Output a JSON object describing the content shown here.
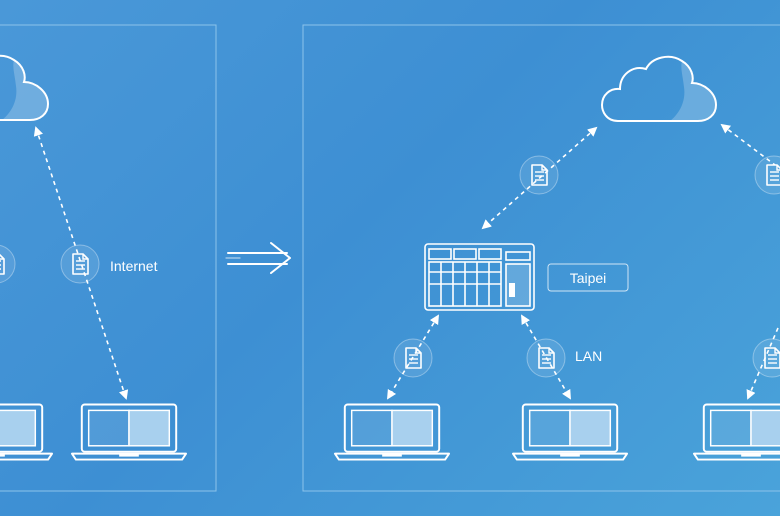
{
  "labels": {
    "internet": "Internet",
    "lan": "LAN",
    "location": "Taipei"
  },
  "icons": {
    "cloud": "cloud-icon",
    "document": "document-icon",
    "laptop": "laptop-icon",
    "nas": "nas-server-icon",
    "arrow": "double-arrow-icon"
  },
  "colors": {
    "background": "#4198d6",
    "line": "#ffffff",
    "panel_border": "#8cc3ea",
    "icon_circle": "#6aaee0",
    "laptop_screen_right": "#a8d0ee"
  }
}
